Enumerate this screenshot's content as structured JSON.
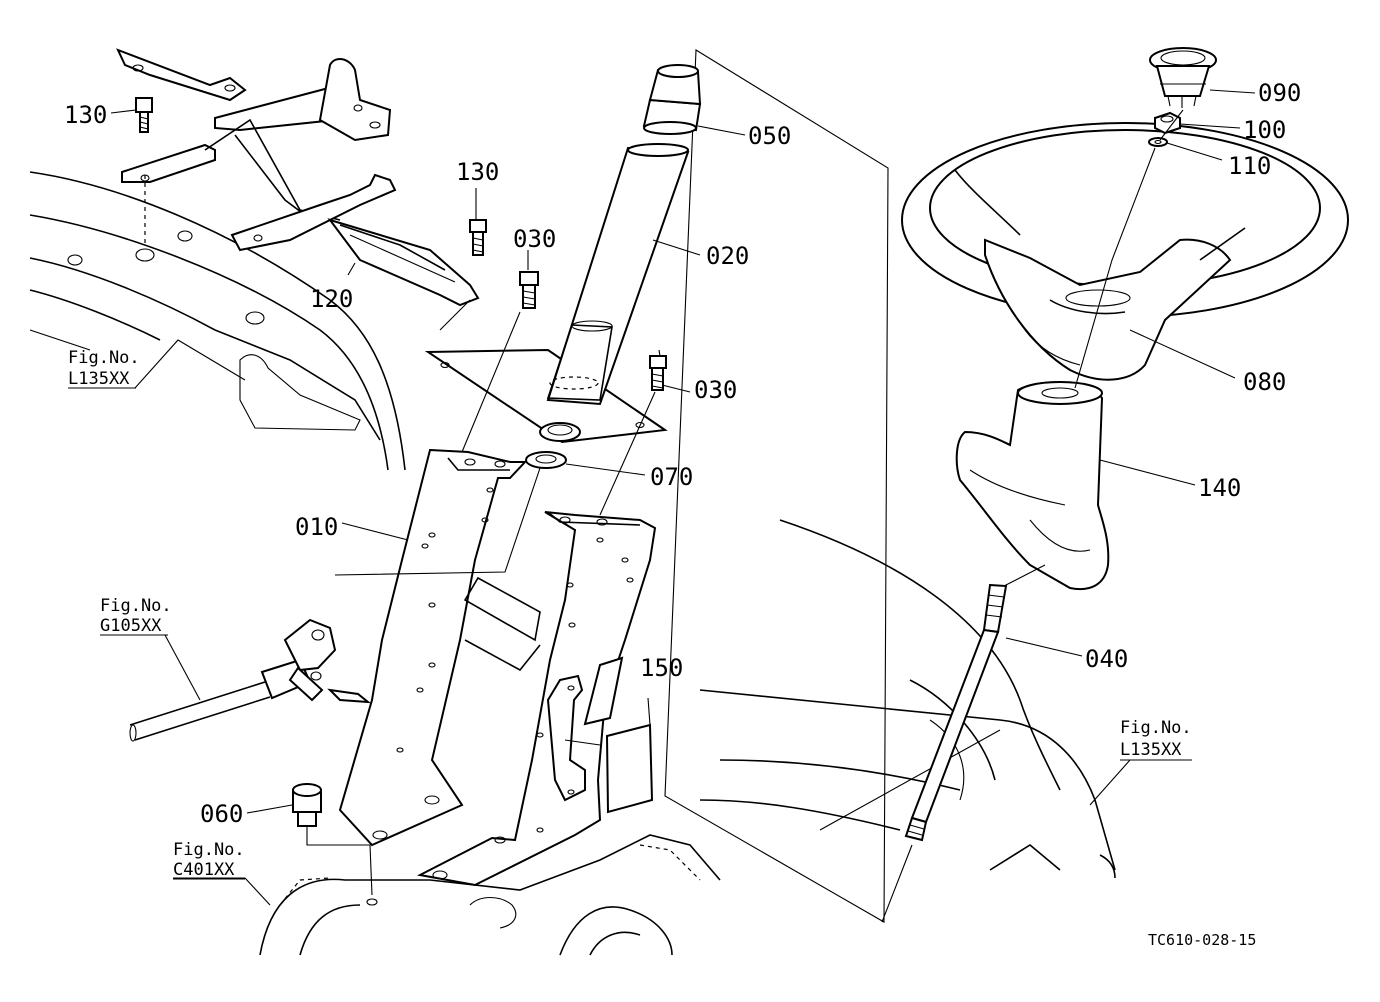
{
  "labels": {
    "p010": "010",
    "p020": "020",
    "p030a": "030",
    "p030b": "030",
    "p040": "040",
    "p050": "050",
    "p060": "060",
    "p070": "070",
    "p080": "080",
    "p090": "090",
    "p100": "100",
    "p110": "110",
    "p120": "120",
    "p130a": "130",
    "p130b": "130",
    "p140": "140",
    "p150": "150"
  },
  "figure_refs": {
    "left_top": {
      "caption": "Fig.No.",
      "code": "L135XX"
    },
    "left_mid": {
      "caption": "Fig.No.",
      "code": "G105XX"
    },
    "left_bottom": {
      "caption": "Fig.No.",
      "code": "C401XX"
    },
    "right": {
      "caption": "Fig.No.",
      "code": "L135XX"
    }
  },
  "drawing_code": "TC610-028-15"
}
